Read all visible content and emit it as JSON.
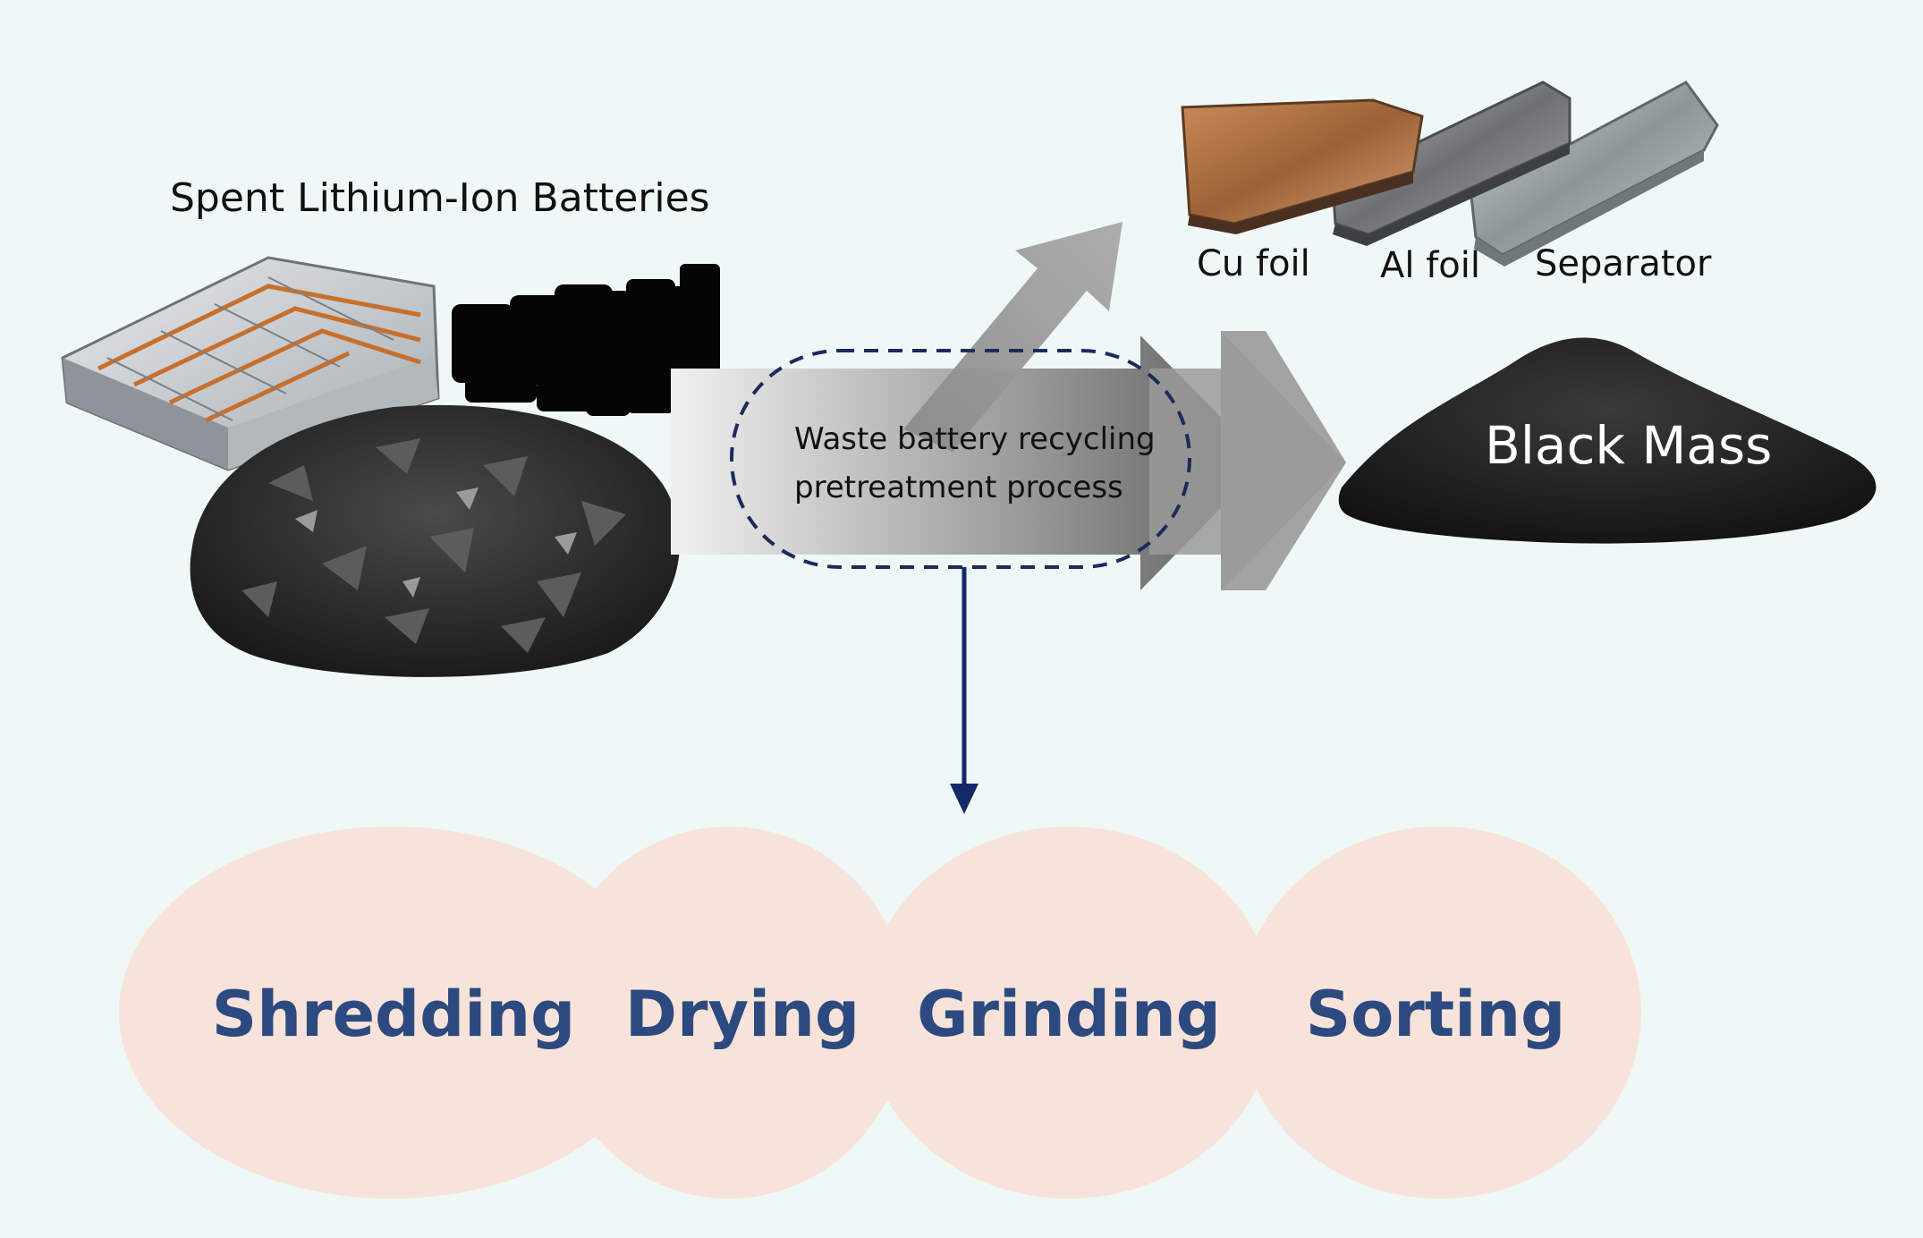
{
  "title": "Spent Lithium-Ion Batteries",
  "process_label": {
    "line1": "Waste battery recycling",
    "line2": "pretreatment process"
  },
  "outputs": {
    "foils": [
      "Cu foil",
      "Al foil",
      "Separator"
    ],
    "black_mass": "Black Mass"
  },
  "stages": [
    "Shredding",
    "Drying",
    "Grinding",
    "Sorting"
  ],
  "colors": {
    "background": "#eff8f6",
    "stage_fill": "#f7e3d9",
    "stage_text": "#2d4a80",
    "dashed_outline": "#1b2b5a",
    "down_arrow": "#13296a",
    "copper": "#b87a4b",
    "aluminum": "#8a8d90",
    "separator": "#9aa3a6",
    "black_mass": "#1c1c1c"
  }
}
